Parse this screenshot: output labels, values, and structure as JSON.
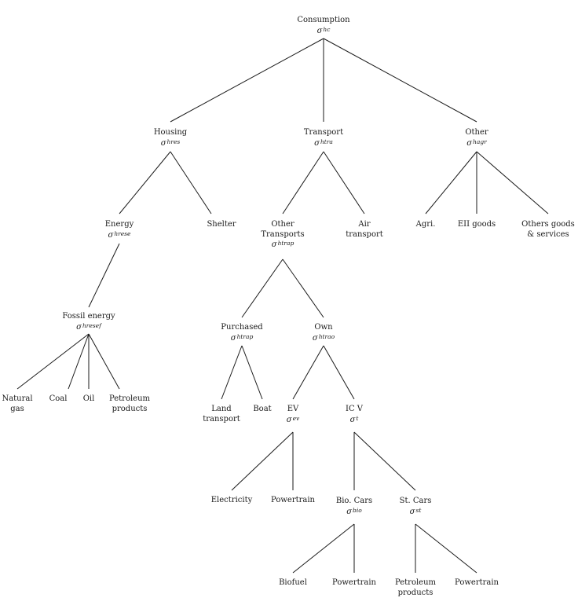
{
  "tree": {
    "consumption": {
      "label": "Consumption",
      "sigma": "σ",
      "sup": "hc"
    },
    "housing": {
      "label": "Housing",
      "sigma": "σ",
      "sup": "hres"
    },
    "transport": {
      "label": "Transport",
      "sigma": "σ",
      "sup": "htra"
    },
    "other": {
      "label": "Other",
      "sigma": "σ",
      "sup": "hagr"
    },
    "energy": {
      "label": "Energy",
      "sigma": "σ",
      "sup": "hrese"
    },
    "shelter": {
      "label": "Shelter"
    },
    "other_transports": {
      "label": "Other",
      "label2": "Transports",
      "sigma": "σ",
      "sup": "htrap"
    },
    "air_transport": {
      "label": "Air",
      "label2": "transport"
    },
    "agri": {
      "label": "Agri."
    },
    "eii_goods": {
      "label": "EII goods"
    },
    "others_goods": {
      "label": "Others goods",
      "label2": "& services"
    },
    "fossil_energy": {
      "label": "Fossil energy",
      "sigma": "σ",
      "sup": "hresef"
    },
    "purchased": {
      "label": "Purchased",
      "sigma": "σ",
      "sup": "htrap"
    },
    "own": {
      "label": "Own",
      "sigma": "σ",
      "sup": "htrao"
    },
    "natural_gas": {
      "label": "Natural",
      "label2": "gas"
    },
    "coal": {
      "label": "Coal"
    },
    "oil": {
      "label": "Oil"
    },
    "petroleum_products_1": {
      "label": "Petroleum",
      "label2": "products"
    },
    "land_transport": {
      "label": "Land",
      "label2": "transport"
    },
    "boat": {
      "label": "Boat"
    },
    "ev": {
      "label": "EV",
      "sigma": "σ",
      "sup": "ev"
    },
    "icv": {
      "label": "IC V",
      "sigma": "σ",
      "sup": "t"
    },
    "electricity": {
      "label": "Electricity"
    },
    "powertrain_1": {
      "label": "Powertrain"
    },
    "bio_cars": {
      "label": "Bio. Cars",
      "sigma": "σ",
      "sup": "bio"
    },
    "st_cars": {
      "label": "St. Cars",
      "sigma": "σ",
      "sup": "st"
    },
    "biofuel": {
      "label": "Biofuel"
    },
    "powertrain_2": {
      "label": "Powertrain"
    },
    "petroleum_products_2": {
      "label": "Petroleum",
      "label2": "products"
    },
    "powertrain_3": {
      "label": "Powertrain"
    }
  },
  "colors": {
    "line": "#1a1a1a",
    "text": "#1a1a1a"
  }
}
